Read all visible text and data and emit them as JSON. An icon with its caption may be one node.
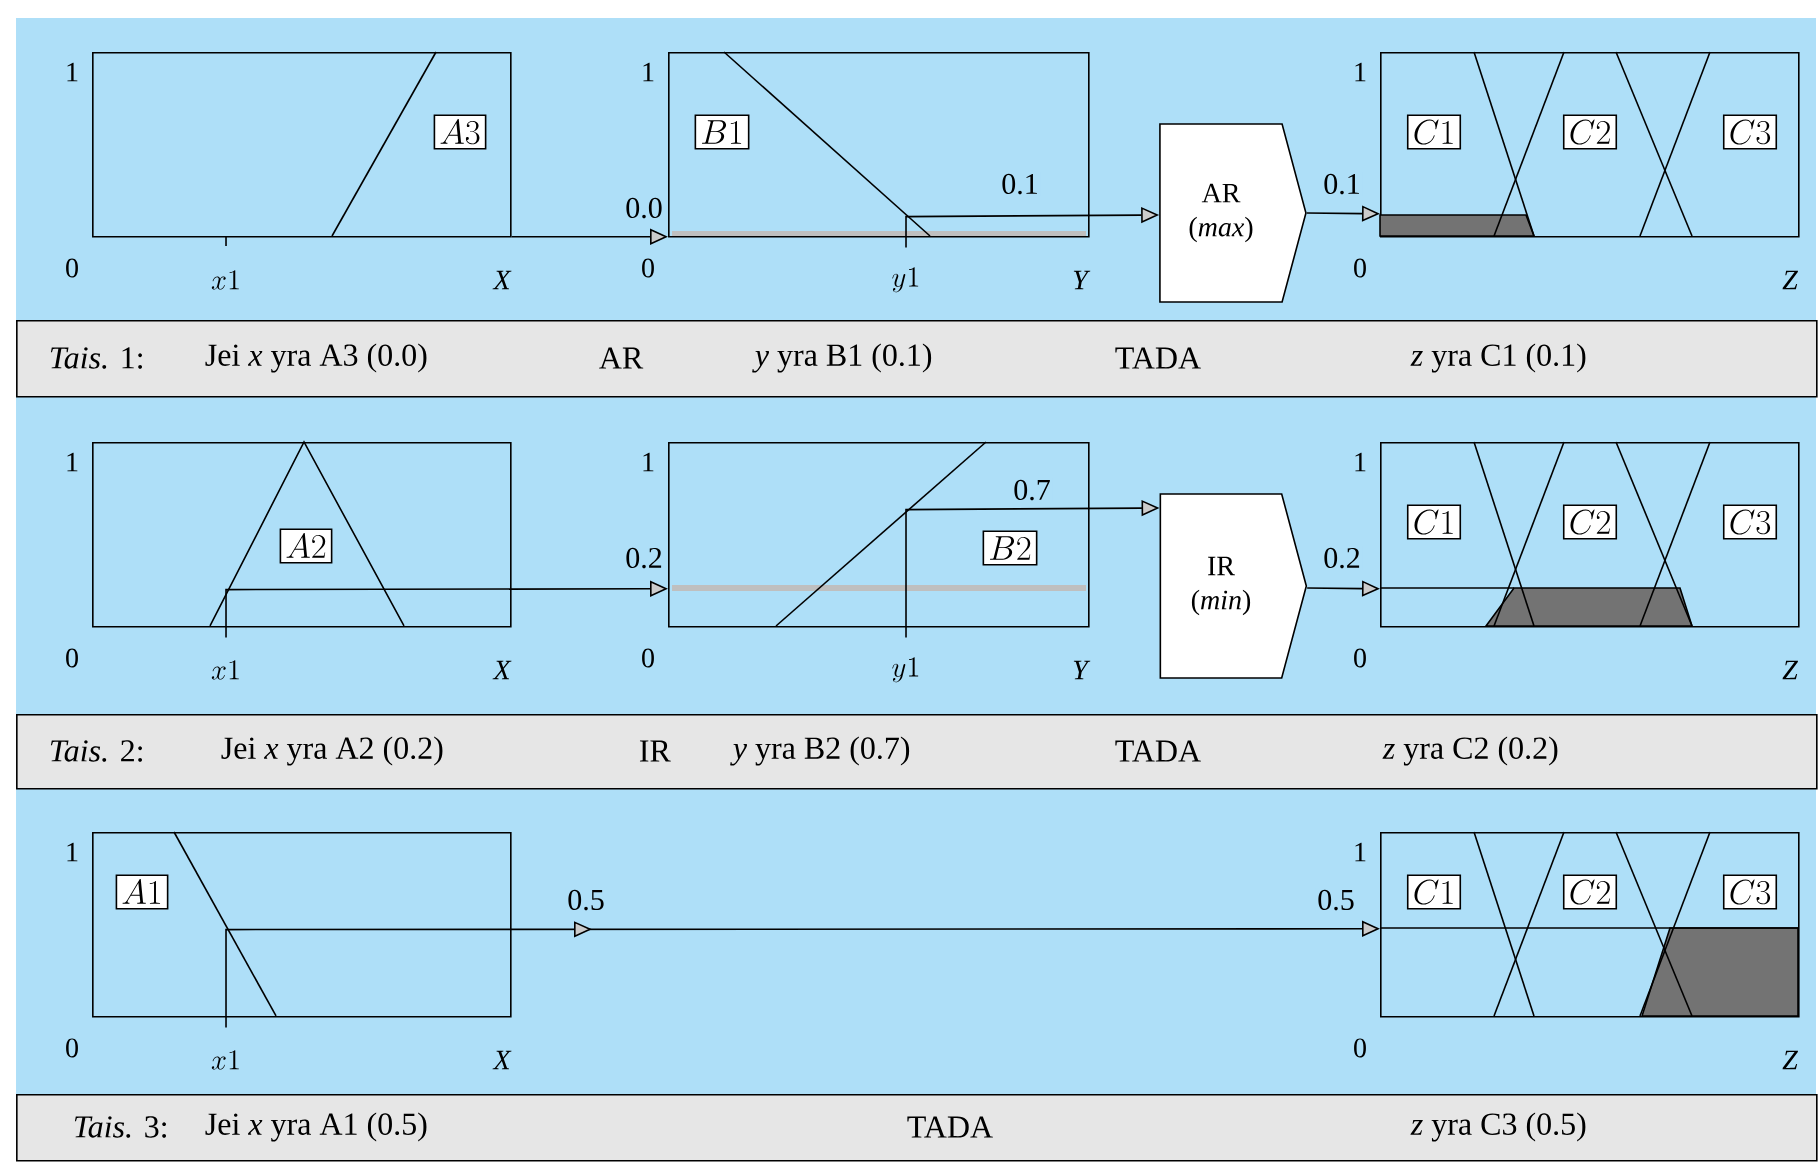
{
  "diagram": {
    "nodes": [
      {
        "text": [],
        "shape": "box",
        "beside": [
          "1",
          "0",
          "x1",
          "X"
        ]
      },
      {
        "text": [
          "A3"
        ],
        "in": 0
      },
      {
        "text": [],
        "shape": "box",
        "beside": [
          "1",
          "0",
          "y1",
          "Y"
        ]
      },
      {
        "text": [
          "B1"
        ],
        "in": 2
      },
      {
        "text": [
          "AR",
          "(*max*)"
        ]
      },
      {
        "text": [],
        "shape": "box",
        "beside": [
          "1",
          "0",
          "Z"
        ]
      },
      {
        "text": [
          "C1"
        ],
        "in": 5
      },
      {
        "text": [
          "C2"
        ],
        "in": 5
      },
      {
        "text": [
          "C3"
        ],
        "in": 5
      },
      {
        "text": [
          "*Tais.* 1:",
          "Jei *x* yra A3 (0.0)",
          "AR",
          "*y* yra B1 (0.1)",
          "TADA",
          "*z* yra C1 (0.1)"
        ]
      },
      {
        "text": [],
        "shape": "box",
        "beside": [
          "1",
          "0",
          "x1",
          "X"
        ]
      },
      {
        "text": [
          "A2"
        ],
        "in": 10
      },
      {
        "text": [],
        "shape": "box",
        "beside": [
          "1",
          "0",
          "y1",
          "Y"
        ]
      },
      {
        "text": [
          "B2"
        ],
        "in": 12
      },
      {
        "text": [
          "IR",
          "(*min*)"
        ]
      },
      {
        "text": [],
        "shape": "box",
        "beside": [
          "1",
          "0",
          "Z"
        ]
      },
      {
        "text": [
          "C1"
        ],
        "in": 15
      },
      {
        "text": [
          "C2"
        ],
        "in": 15
      },
      {
        "text": [
          "C3"
        ],
        "in": 15
      },
      {
        "text": [
          "*Tais.* 2:",
          "Jei *x* yra A2 (0.2)",
          "IR",
          "*y* yra B2 (0.7)",
          "TADA",
          "*z* yra C2 (0.2)"
        ]
      },
      {
        "text": [],
        "shape": "box",
        "beside": [
          "1",
          "0",
          "x1",
          "X"
        ]
      },
      {
        "text": [
          "A1"
        ],
        "in": 20
      },
      {
        "text": [],
        "shape": "box",
        "beside": [
          "1",
          "0",
          "Z"
        ]
      },
      {
        "text": [
          "C1"
        ],
        "in": 22
      },
      {
        "text": [
          "C2"
        ],
        "in": 22
      },
      {
        "text": [
          "C3"
        ],
        "in": 22
      },
      {
        "text": [
          "*Tais.* 3:",
          "Jei *x* yra A1 (0.5)",
          "TADA",
          "*z* yra C3 (0.5)"
        ]
      }
    ],
    "edges": [
      {
        "from": 0,
        "to": 2,
        "arrow": "to",
        "label": "0.0"
      },
      {
        "from": 2,
        "to": 4,
        "arrow": "to",
        "label": "0.1"
      },
      {
        "from": 4,
        "to": 5,
        "arrow": "to",
        "label": "0.1"
      },
      {
        "from": 10,
        "to": 12,
        "arrow": "to",
        "label": "0.2"
      },
      {
        "from": 12,
        "to": 14,
        "arrow": "to",
        "label": "0.7"
      },
      {
        "from": 14,
        "to": 15,
        "arrow": "to",
        "label": "0.2"
      },
      {
        "from": 20,
        "to": 22,
        "arrow": "to",
        "label": "0.5"
      }
    ],
    "labels": [
      "0.5"
    ]
  }
}
